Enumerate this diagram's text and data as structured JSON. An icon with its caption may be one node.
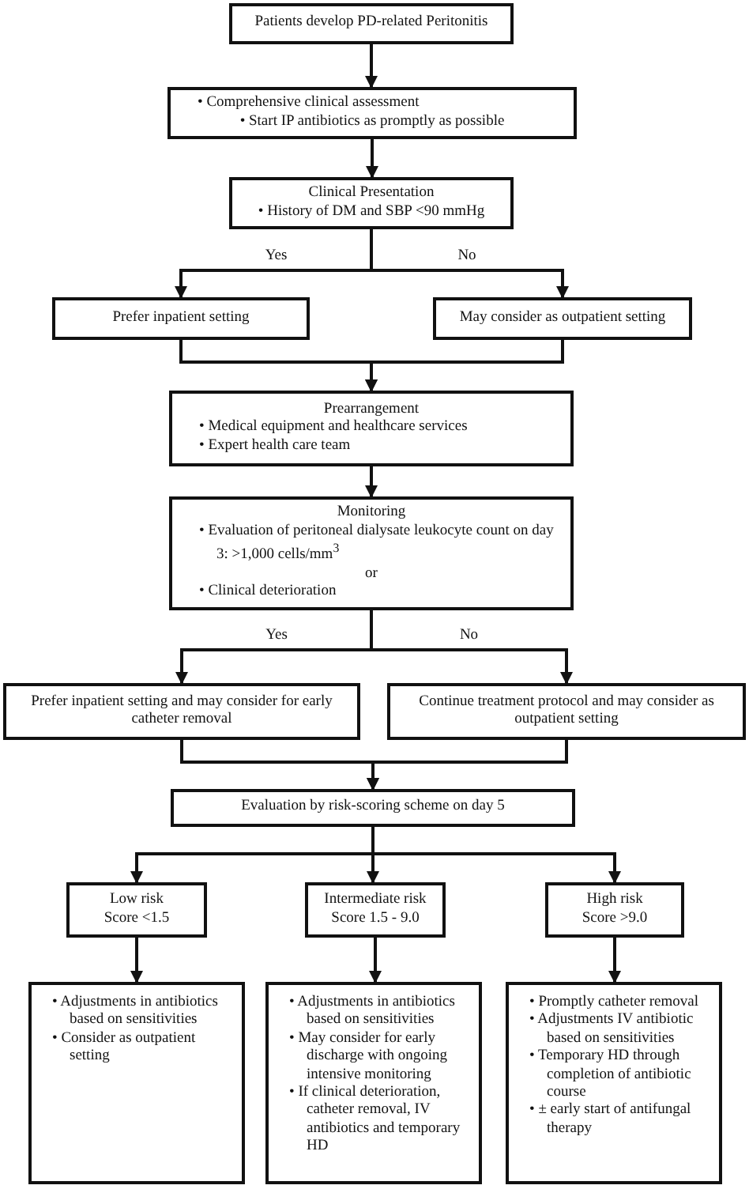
{
  "diagram": {
    "nodes": [
      {
        "text": [
          "Patients develop PD-related Peritonitis"
        ]
      },
      {
        "text": [
          "• Comprehensive clinical assessment",
          "• Start IP antibiotics as promptly as possible"
        ]
      },
      {
        "text": [
          "Clinical Presentation",
          "• History of DM and SBP <90 mmHg"
        ]
      },
      {
        "text": [
          "Prefer inpatient setting"
        ]
      },
      {
        "text": [
          "May consider as outpatient setting"
        ]
      },
      {
        "text": [
          "Prearrangement",
          "• Medical equipment and healthcare services",
          "• Expert health care team"
        ]
      },
      {
        "text": [
          "Monitoring",
          "• Evaluation of peritoneal dialysate leukocyte count on day 3: >1,000 cells/mm$^{3}$",
          "or",
          "• Clinical deterioration"
        ]
      },
      {
        "text": [
          "Prefer inpatient setting and may consider for early catheter removal"
        ]
      },
      {
        "text": [
          "Continue treatment protocol and may consider as outpatient setting"
        ]
      },
      {
        "text": [
          "Evaluation by risk-scoring scheme on day 5"
        ]
      },
      {
        "text": [
          "Low risk",
          "Score <1.5"
        ]
      },
      {
        "text": [
          "Intermediate risk",
          "Score 1.5 - 9.0"
        ]
      },
      {
        "text": [
          "High risk",
          "Score >9.0"
        ]
      },
      {
        "text": [
          "• Adjustments in antibiotics based on sensitivities",
          "• Consider as outpatient setting"
        ]
      },
      {
        "text": [
          "• Adjustments in antibiotics based on sensitivities",
          "• May consider for early discharge with ongoing intensive monitoring",
          "• If clinical deterioration, catheter removal, IV antibiotics and temporary HD"
        ]
      },
      {
        "text": [
          "• Promptly catheter removal",
          "• Adjustments IV antibiotic based on sensitivities",
          "• Temporary HD through completion of antibiotic course",
          "• ± early start of antifungal therapy"
        ]
      }
    ],
    "edges": [
      {
        "from": 0,
        "to": 1,
        "arrow": "to"
      },
      {
        "from": 1,
        "to": 2,
        "arrow": "to"
      },
      {
        "from": 2,
        "to": 3,
        "arrow": "to",
        "label": "Yes"
      },
      {
        "from": 2,
        "to": 4,
        "arrow": "to",
        "label": "No"
      },
      {
        "from": 3,
        "to": 5,
        "arrow": "to"
      },
      {
        "from": 4,
        "to": 5,
        "arrow": "to"
      },
      {
        "from": 5,
        "to": 6,
        "arrow": "to"
      },
      {
        "from": 6,
        "to": 7,
        "arrow": "to",
        "label": "Yes"
      },
      {
        "from": 6,
        "to": 8,
        "arrow": "to",
        "label": "No"
      },
      {
        "from": 7,
        "to": 9,
        "arrow": "to"
      },
      {
        "from": 8,
        "to": 9,
        "arrow": "to"
      },
      {
        "from": 9,
        "to": 10,
        "arrow": "to"
      },
      {
        "from": 9,
        "to": 11,
        "arrow": "to"
      },
      {
        "from": 9,
        "to": 12,
        "arrow": "to"
      },
      {
        "from": 10,
        "to": 13,
        "arrow": "to"
      },
      {
        "from": 11,
        "to": 14,
        "arrow": "to"
      },
      {
        "from": 12,
        "to": 15,
        "arrow": "to"
      }
    ]
  }
}
